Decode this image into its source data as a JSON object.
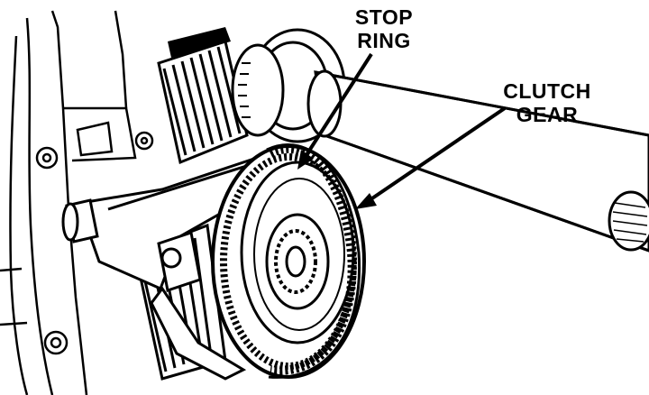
{
  "labels": {
    "stop_ring": [
      "STOP",
      "RING"
    ],
    "clutch_gear": [
      "CLUTCH",
      "GEAR"
    ]
  },
  "colors": {
    "ink": "#000000",
    "paper": "#ffffff"
  }
}
